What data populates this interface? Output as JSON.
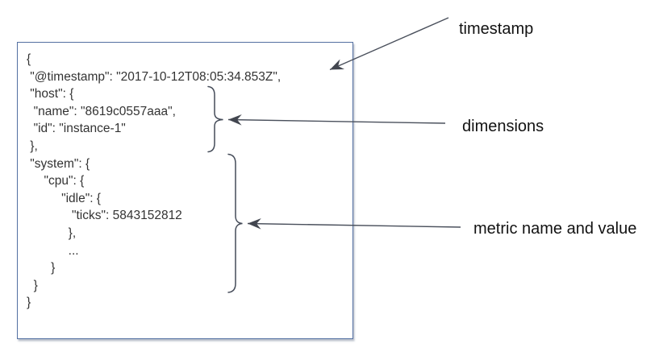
{
  "figure": {
    "document": {
      "lines": [
        "{",
        " \"@timestamp\": \"2017-10-12T08:05:34.853Z\",",
        " \"host\": {",
        "  \"name\": \"8619c0557aaa\",",
        "  \"id\": \"instance-1\"",
        " },",
        " \"system\": {",
        "     \"cpu\": {",
        "          \"idle\": {",
        "             \"ticks\": 5843152812",
        "            },",
        "            ...",
        "       }",
        "  }",
        "}"
      ]
    },
    "annotations": {
      "timestamp": {
        "label": "timestamp"
      },
      "dimensions": {
        "label": "dimensions"
      },
      "metric": {
        "label": "metric name and value"
      }
    },
    "colors": {
      "box_border": "#5470a2",
      "annotation_stroke": "#4a505c",
      "brace_stroke": "#454c59",
      "document_text": "#333333",
      "label_text": "#121212"
    }
  }
}
